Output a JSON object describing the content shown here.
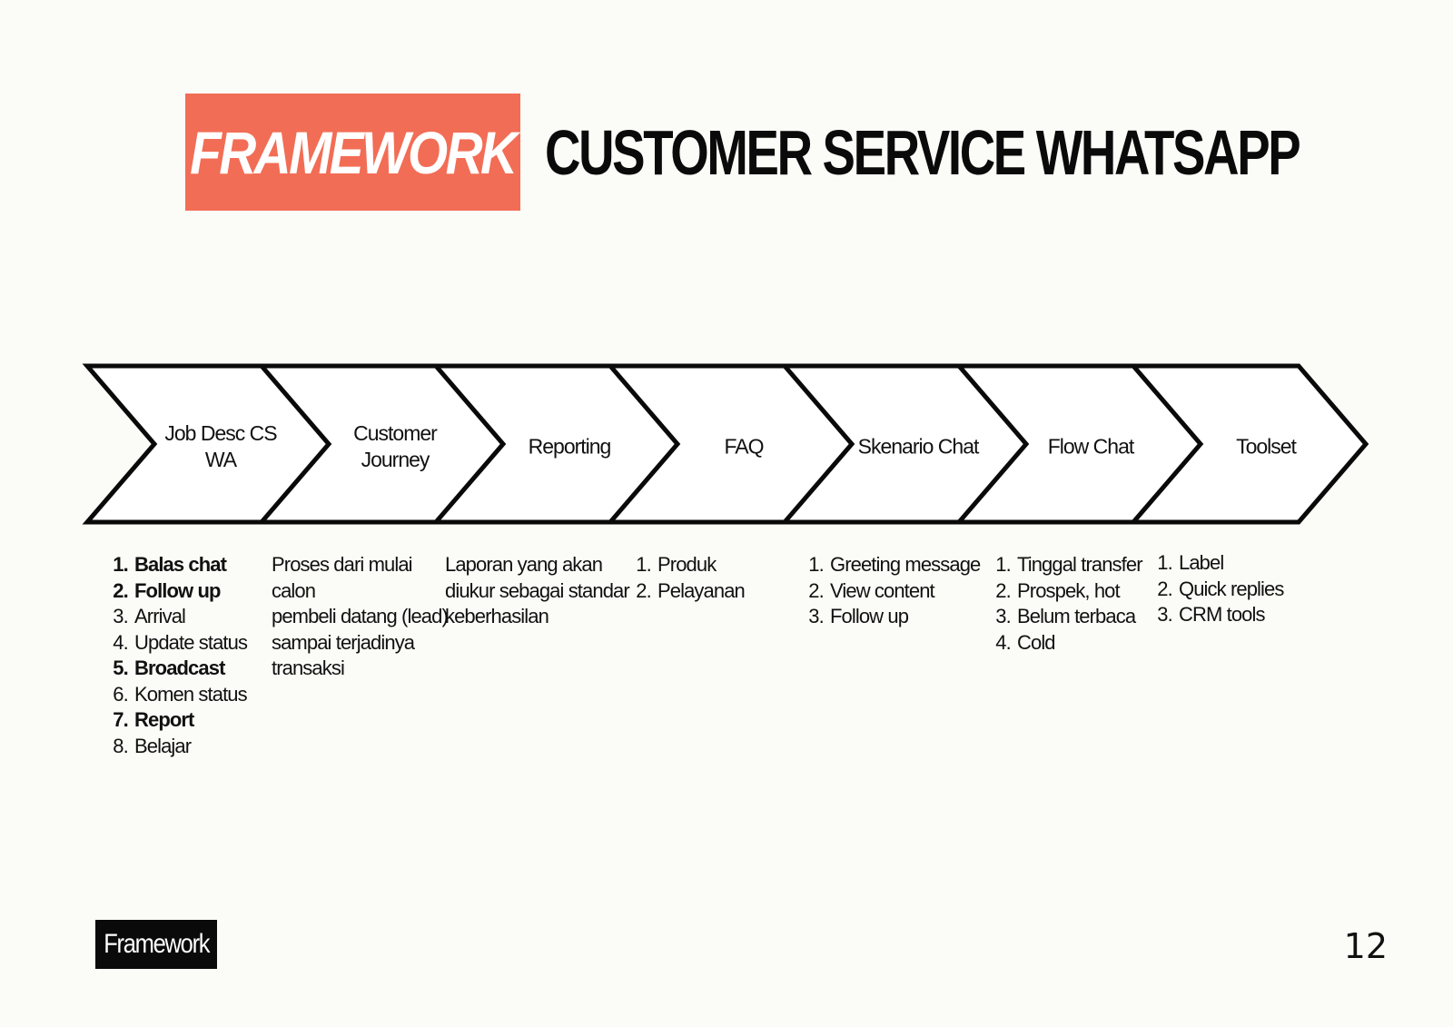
{
  "title": {
    "badge": "FRAMEWORK",
    "main": "CUSTOMER SERVICE WHATSAPP"
  },
  "steps": [
    {
      "label": "Job Desc CS WA"
    },
    {
      "label": "Customer Journey"
    },
    {
      "label": "Reporting"
    },
    {
      "label": "FAQ"
    },
    {
      "label": "Skenario Chat"
    },
    {
      "label": "Flow Chat"
    },
    {
      "label": "Toolset"
    }
  ],
  "details": {
    "job_desc": [
      "Balas chat",
      "Follow up",
      "Arrival",
      "Update status",
      "Broadcast",
      "Komen status",
      "Report",
      "Belajar"
    ],
    "customer_journey": [
      "Proses dari mulai",
      "calon",
      "pembeli datang (lead)",
      "sampai terjadinya",
      "transaksi"
    ],
    "reporting": [
      "Laporan yang akan",
      "diukur sebagai standar",
      "keberhasilan"
    ],
    "faq": [
      "Produk",
      "Pelayanan"
    ],
    "skenario_chat": [
      "Greeting message",
      "View content",
      "Follow up"
    ],
    "flow_chat": [
      "Tinggal transfer",
      "Prospek, hot",
      "Belum terbaca",
      "Cold"
    ],
    "toolset": [
      "Label",
      "Quick replies",
      "CRM tools"
    ]
  },
  "footer": {
    "logo": "Framework",
    "page_number": "12"
  },
  "colors": {
    "accent": "#f26d55",
    "background": "#fbfbf7",
    "ink": "#0a0a0a"
  }
}
